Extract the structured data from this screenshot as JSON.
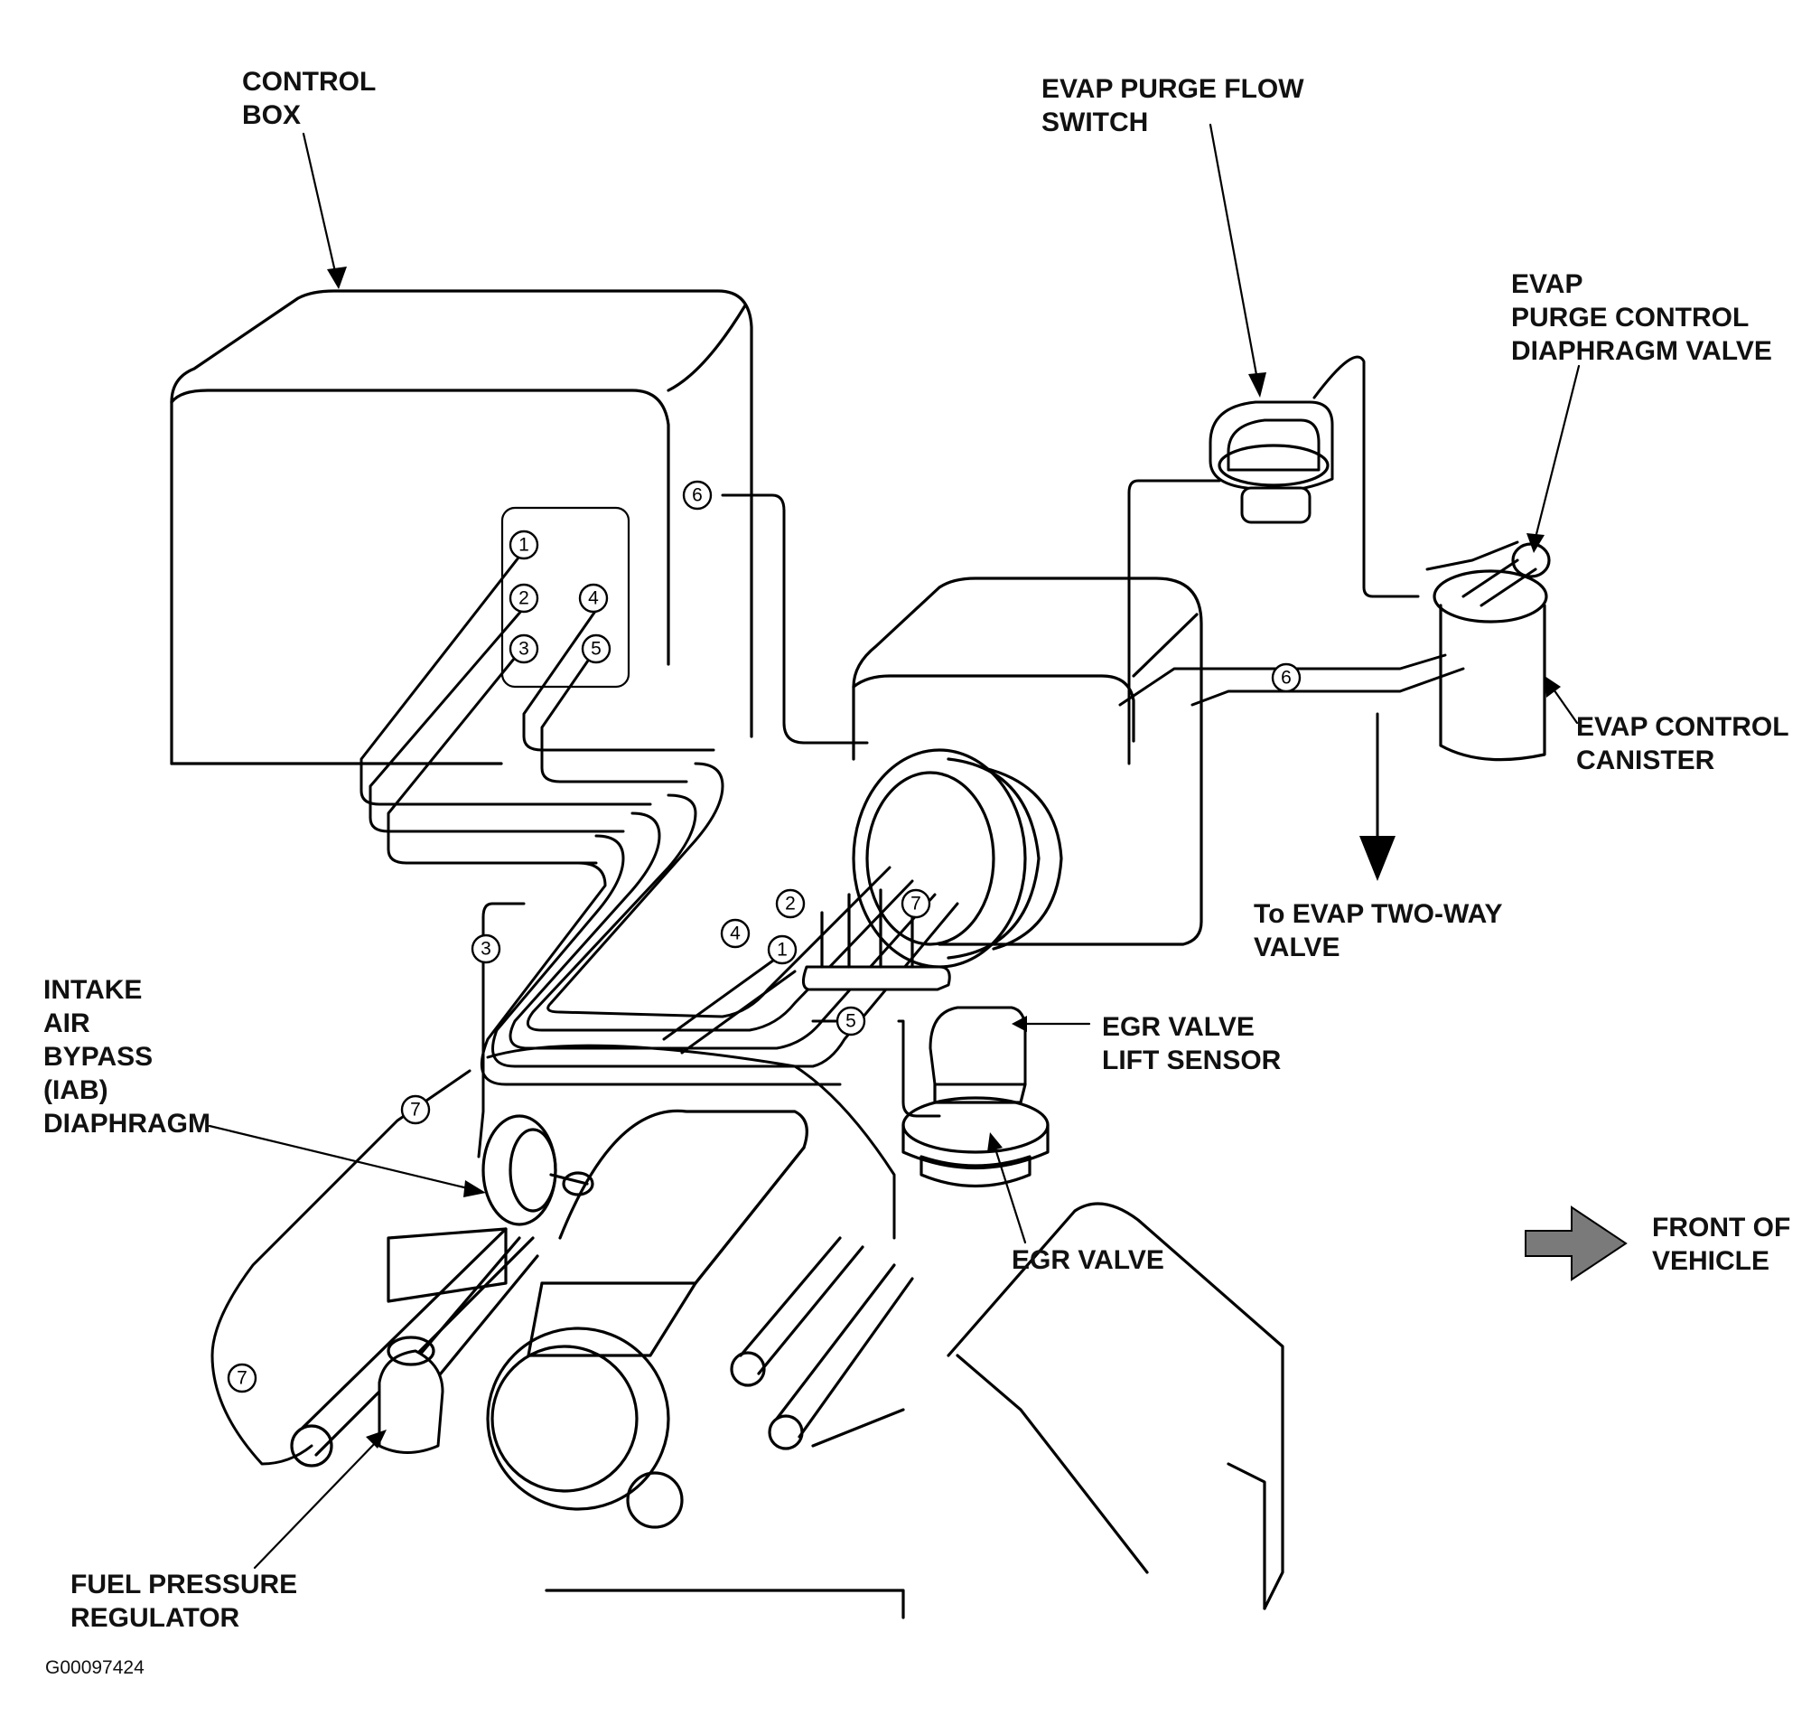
{
  "labels": {
    "control_box": "CONTROL\nBOX",
    "evap_purge_flow_switch": "EVAP PURGE FLOW\nSWITCH",
    "evap_purge_control_diaphragm_valve": "EVAP\nPURGE CONTROL\nDIAPHRAGM VALVE",
    "evap_control_canister": "EVAP CONTROL\nCANISTER",
    "to_evap_two_way_valve": "To EVAP TWO-WAY\nVALVE",
    "intake_air_bypass_diaphragm": "INTAKE\nAIR\nBYPASS\n(IAB)\nDIAPHRAGM",
    "egr_valve_lift_sensor": "EGR VALVE\nLIFT SENSOR",
    "egr_valve": "EGR VALVE",
    "front_of_vehicle": "FRONT OF\nVEHICLE",
    "fuel_pressure_regulator": "FUEL PRESSURE\nREGULATOR"
  },
  "figure_code": "G00097424",
  "hose_numbers": {
    "box_1": "1",
    "box_2": "2",
    "box_3": "3",
    "box_4": "4",
    "box_5": "5",
    "box_6": "6",
    "evap_6": "6",
    "throttle_2": "2",
    "throttle_4": "4",
    "throttle_1": "1",
    "throttle_7": "7",
    "left_3": "3",
    "egr_5": "5",
    "iab_7": "7",
    "reg_7": "7"
  },
  "colors": {
    "line": "#000000",
    "arrow_fill": "#7a7a7a",
    "background": "#ffffff"
  }
}
